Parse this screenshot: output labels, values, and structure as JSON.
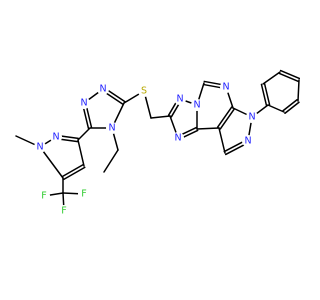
{
  "structure": {
    "colors": {
      "nitrogen": "#1f1fff",
      "sulfur": "#b8a800",
      "fluorine": "#33cc33",
      "carbon": "#000000"
    },
    "atom_labels": [
      {
        "id": "n_pz_a",
        "text": "N",
        "element": "nitrogen"
      },
      {
        "id": "n_pz_b",
        "text": "N",
        "element": "nitrogen"
      },
      {
        "id": "f_1",
        "text": "F",
        "element": "fluorine"
      },
      {
        "id": "f_2",
        "text": "F",
        "element": "fluorine"
      },
      {
        "id": "f_3",
        "text": "F",
        "element": "fluorine"
      },
      {
        "id": "n_tz_1",
        "text": "N",
        "element": "nitrogen"
      },
      {
        "id": "n_tz_2",
        "text": "N",
        "element": "nitrogen"
      },
      {
        "id": "n_tz_4",
        "text": "N",
        "element": "nitrogen"
      },
      {
        "id": "s_1",
        "text": "S",
        "element": "sulfur"
      },
      {
        "id": "n_f_1",
        "text": "N",
        "element": "nitrogen"
      },
      {
        "id": "n_f_2",
        "text": "N",
        "element": "nitrogen"
      },
      {
        "id": "n_f_3",
        "text": "N",
        "element": "nitrogen"
      },
      {
        "id": "n_f_4",
        "text": "N",
        "element": "nitrogen"
      },
      {
        "id": "n_f_5",
        "text": "N",
        "element": "nitrogen"
      },
      {
        "id": "n_f_6",
        "text": "N",
        "element": "nitrogen"
      }
    ]
  }
}
